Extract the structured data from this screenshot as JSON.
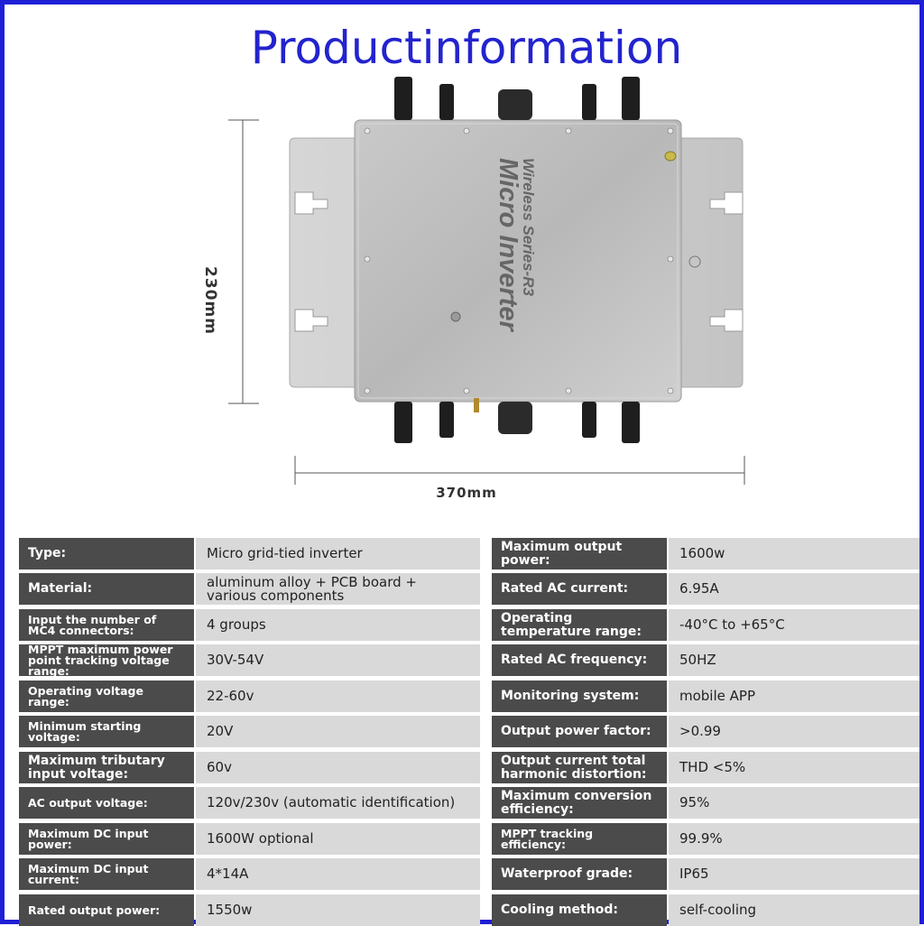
{
  "page": {
    "title": "Productinformation",
    "dimension_height": "230mm",
    "dimension_width": "370mm"
  },
  "device": {
    "series_text": "Wireless Series-R3",
    "name_text": "Micro Inverter"
  },
  "specs_left": [
    {
      "label": "Type:",
      "value": "Micro grid-tied inverter"
    },
    {
      "label": "Material:",
      "value": "aluminum alloy + PCB board + various components"
    },
    {
      "label": "Input the number of MC4 connectors:",
      "value": "4 groups"
    },
    {
      "label": "MPPT maximum power point tracking voltage range:",
      "value": "30V-54V"
    },
    {
      "label": "Operating voltage range:",
      "value": "22-60v"
    },
    {
      "label": "Minimum starting voltage:",
      "value": "20V"
    },
    {
      "label": "Maximum tributary input voltage:",
      "value": "60v"
    },
    {
      "label": "AC output voltage:",
      "value": "120v/230v (automatic identification)"
    },
    {
      "label": "Maximum DC input power:",
      "value": "1600W optional"
    },
    {
      "label": "Maximum DC input current:",
      "value": "4*14A"
    },
    {
      "label": "Rated output power:",
      "value": "1550w"
    }
  ],
  "specs_right": [
    {
      "label": "Maximum output power:",
      "value": "1600w"
    },
    {
      "label": "Rated AC current:",
      "value": "6.95A"
    },
    {
      "label": "Operating temperature range:",
      "value": "-40°C to +65°C"
    },
    {
      "label": "Rated AC frequency:",
      "value": "50HZ"
    },
    {
      "label": "Monitoring system:",
      "value": "mobile APP"
    },
    {
      "label": "Output power factor:",
      "value": ">0.99"
    },
    {
      "label": "Output current total harmonic distortion:",
      "value": "THD <5%"
    },
    {
      "label": "Maximum conversion efficiency:",
      "value": "95%"
    },
    {
      "label": "MPPT tracking efficiency:",
      "value": "99.9%"
    },
    {
      "label": "Waterproof grade:",
      "value": "IP65"
    },
    {
      "label": "Cooling method:",
      "value": "self-cooling"
    }
  ]
}
